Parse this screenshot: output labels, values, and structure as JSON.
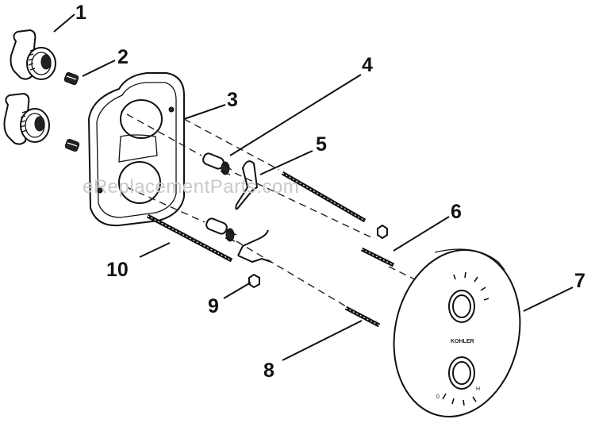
{
  "diagram": {
    "callouts": [
      "1",
      "2",
      "3",
      "4",
      "5",
      "6",
      "7",
      "8",
      "9",
      "10"
    ],
    "watermark": "eReplacementParts.com",
    "faceplate_brand": "KOHLER",
    "dial_marks": {
      "low": "0",
      "high": "H"
    }
  }
}
